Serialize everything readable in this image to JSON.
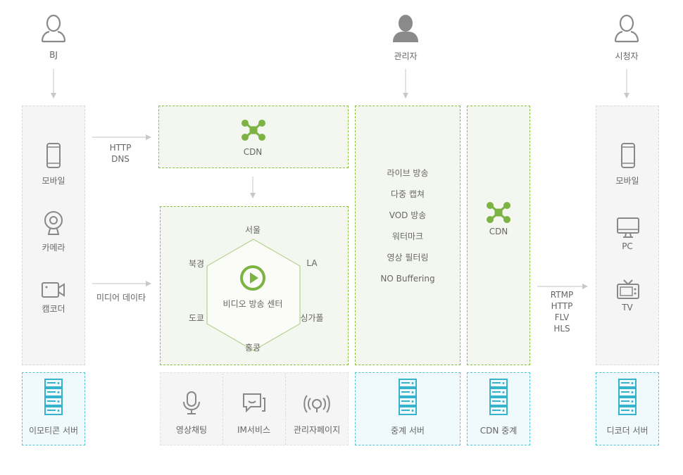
{
  "actors": {
    "bj": {
      "label": "BJ",
      "icon": "user-outline-icon"
    },
    "admin": {
      "label": "관리자",
      "icon": "user-filled-icon"
    },
    "viewer": {
      "label": "시청자",
      "icon": "user-outline-icon"
    }
  },
  "bj_devices": {
    "mobile": {
      "label": "모바일",
      "icon": "mobile-phone-icon"
    },
    "camera": {
      "label": "카메라",
      "icon": "webcam-icon"
    },
    "camcorder": {
      "label": "캠코더",
      "icon": "camcorder-icon"
    }
  },
  "links": {
    "http": "HTTP",
    "dns": "DNS",
    "media_data": "미디어 데이타",
    "output_protocols": [
      "RTMP",
      "HTTP",
      "FLV",
      "HLS"
    ]
  },
  "cdn_top": {
    "label": "CDN",
    "icon": "cdn-network-icon"
  },
  "video_center": {
    "label": "비디오 방송 센터",
    "icon": "play-circle-icon",
    "cities": {
      "seoul": "서울",
      "beijing": "북경",
      "la": "LA",
      "tokyo": "도쿄",
      "singapore": "싱가폴",
      "hongkong": "홍콩"
    }
  },
  "services": [
    {
      "label": "영상채팅",
      "icon": "microphone-icon"
    },
    {
      "label": "IM서비스",
      "icon": "chat-bubble-icon"
    },
    {
      "label": "관리자페이지",
      "icon": "broadcast-icon"
    }
  ],
  "features": [
    "라이브 방송",
    "다중 캡쳐",
    "VOD 방송",
    "워터마크",
    "영상 필터링",
    "NO Buffering"
  ],
  "cdn_right": {
    "label": "CDN",
    "icon": "cdn-network-icon"
  },
  "viewer_devices": {
    "mobile": {
      "label": "모바일",
      "icon": "mobile-phone-icon"
    },
    "pc": {
      "label": "PC",
      "icon": "monitor-icon"
    },
    "tv": {
      "label": "TV",
      "icon": "tv-icon"
    }
  },
  "servers": {
    "emoticon": {
      "label": "이모티콘 서버",
      "icon": "server-icon"
    },
    "relay": {
      "label": "중계 서버",
      "icon": "server-icon"
    },
    "cdn_relay": {
      "label": "CDN 중계",
      "icon": "server-icon"
    },
    "decoder": {
      "label": "디코더 서버",
      "icon": "server-icon"
    }
  },
  "colors": {
    "green": "#7cb342",
    "cyan": "#36b3cc",
    "gray_icon": "#888888",
    "dark_user": "#8a8a8a"
  }
}
